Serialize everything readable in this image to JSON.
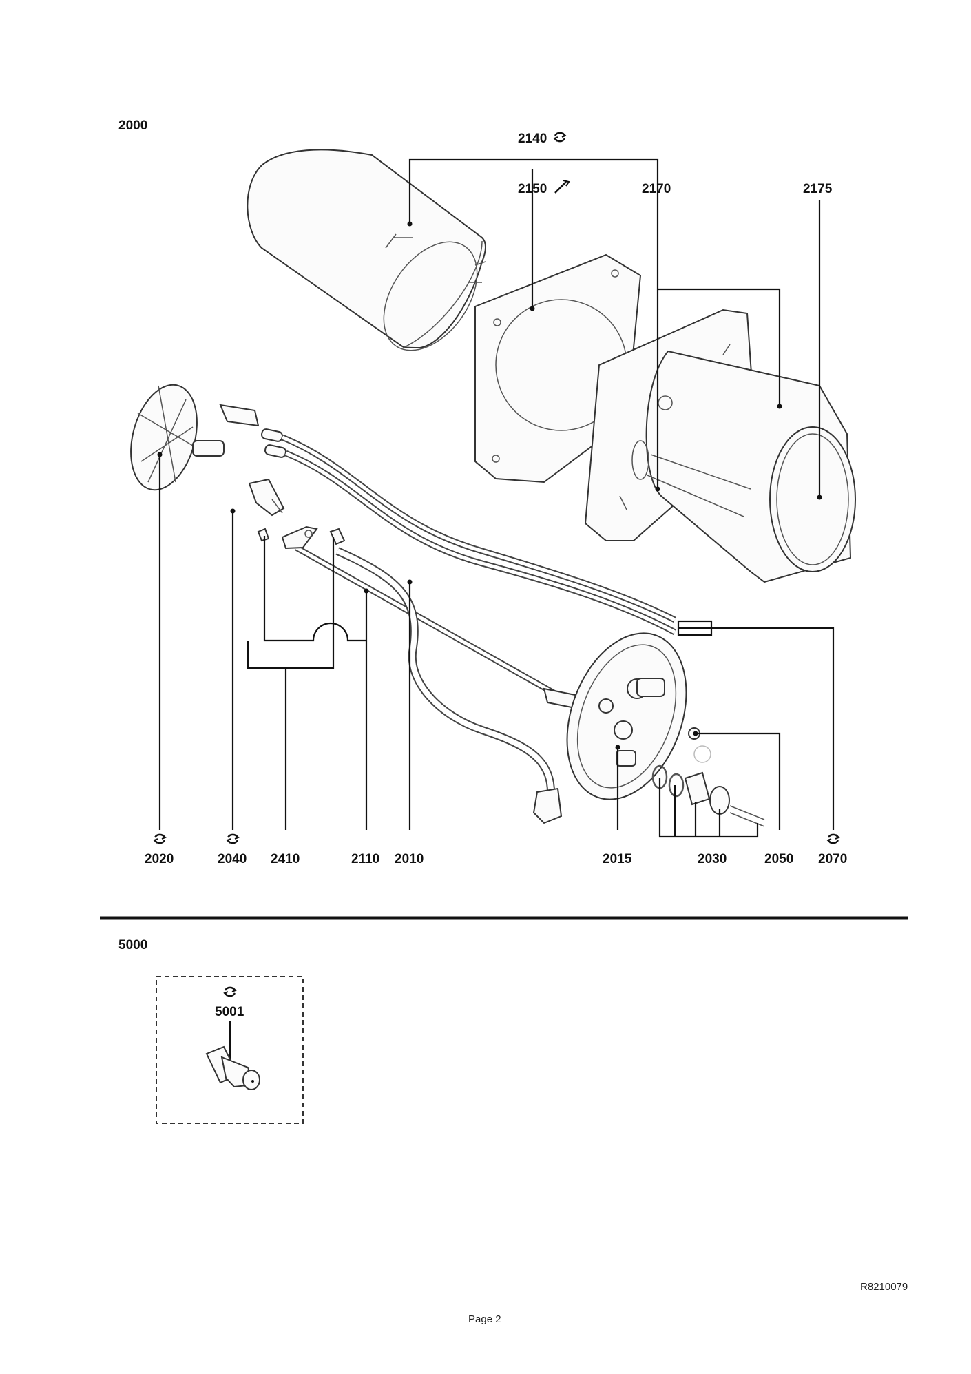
{
  "sections": {
    "top": "2000",
    "bottom": "5000"
  },
  "labels": {
    "p2140": "2140",
    "p2150": "2150",
    "p2170": "2170",
    "p2175": "2175",
    "p2020": "2020",
    "p2040": "2040",
    "p2410": "2410",
    "p2110": "2110",
    "p2010": "2010",
    "p2015": "2015",
    "p2030": "2030",
    "p2050": "2050",
    "p2070": "2070",
    "p5001": "5001"
  },
  "footer": {
    "reference": "R8210079",
    "page": "Page 2"
  },
  "icons": {
    "wear_part": "recycle-circle-icon",
    "service_tool": "wrench-icon"
  }
}
